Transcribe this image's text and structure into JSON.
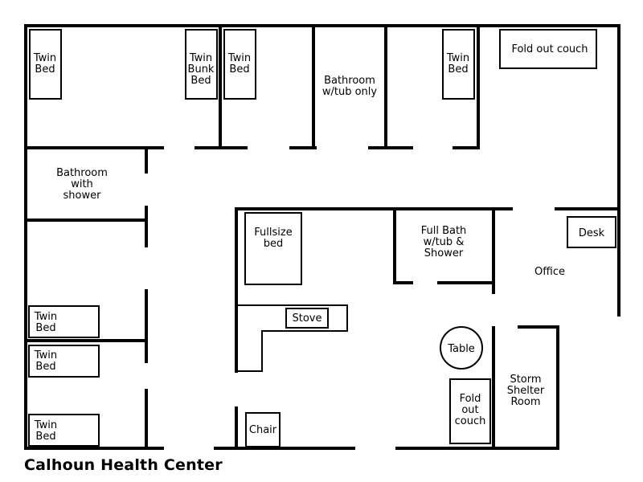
{
  "title": "Calhoun Health Center",
  "labels": {
    "twin_bed_1": [
      "Twin",
      "Bed"
    ],
    "twin_bunk_bed": [
      "Twin",
      "Bunk",
      "Bed"
    ],
    "twin_bed_2": [
      "Twin",
      "Bed"
    ],
    "bathroom_tub": [
      "Bathroom",
      "w/tub only"
    ],
    "twin_bed_3": [
      "Twin",
      "Bed"
    ],
    "fold_out_couch_top": [
      "Fold out couch"
    ],
    "bathroom_shower": [
      "Bathroom",
      "with",
      "shower"
    ],
    "fullsize_bed": [
      "Fullsize",
      "bed"
    ],
    "full_bath": [
      "Full Bath",
      "w/tub &",
      "Shower"
    ],
    "desk": [
      "Desk"
    ],
    "office": [
      "Office"
    ],
    "stove": [
      "Stove"
    ],
    "twin_bed_4": [
      "Twin",
      "Bed"
    ],
    "twin_bed_5": [
      "Twin",
      "Bed"
    ],
    "twin_bed_6": [
      "Twin",
      "Bed"
    ],
    "table": [
      "Table"
    ],
    "fold_out_couch_bottom": [
      "Fold",
      "out",
      "couch"
    ],
    "storm_shelter": [
      "Storm",
      "Shelter",
      "Room"
    ],
    "chair": [
      "Chair"
    ]
  }
}
